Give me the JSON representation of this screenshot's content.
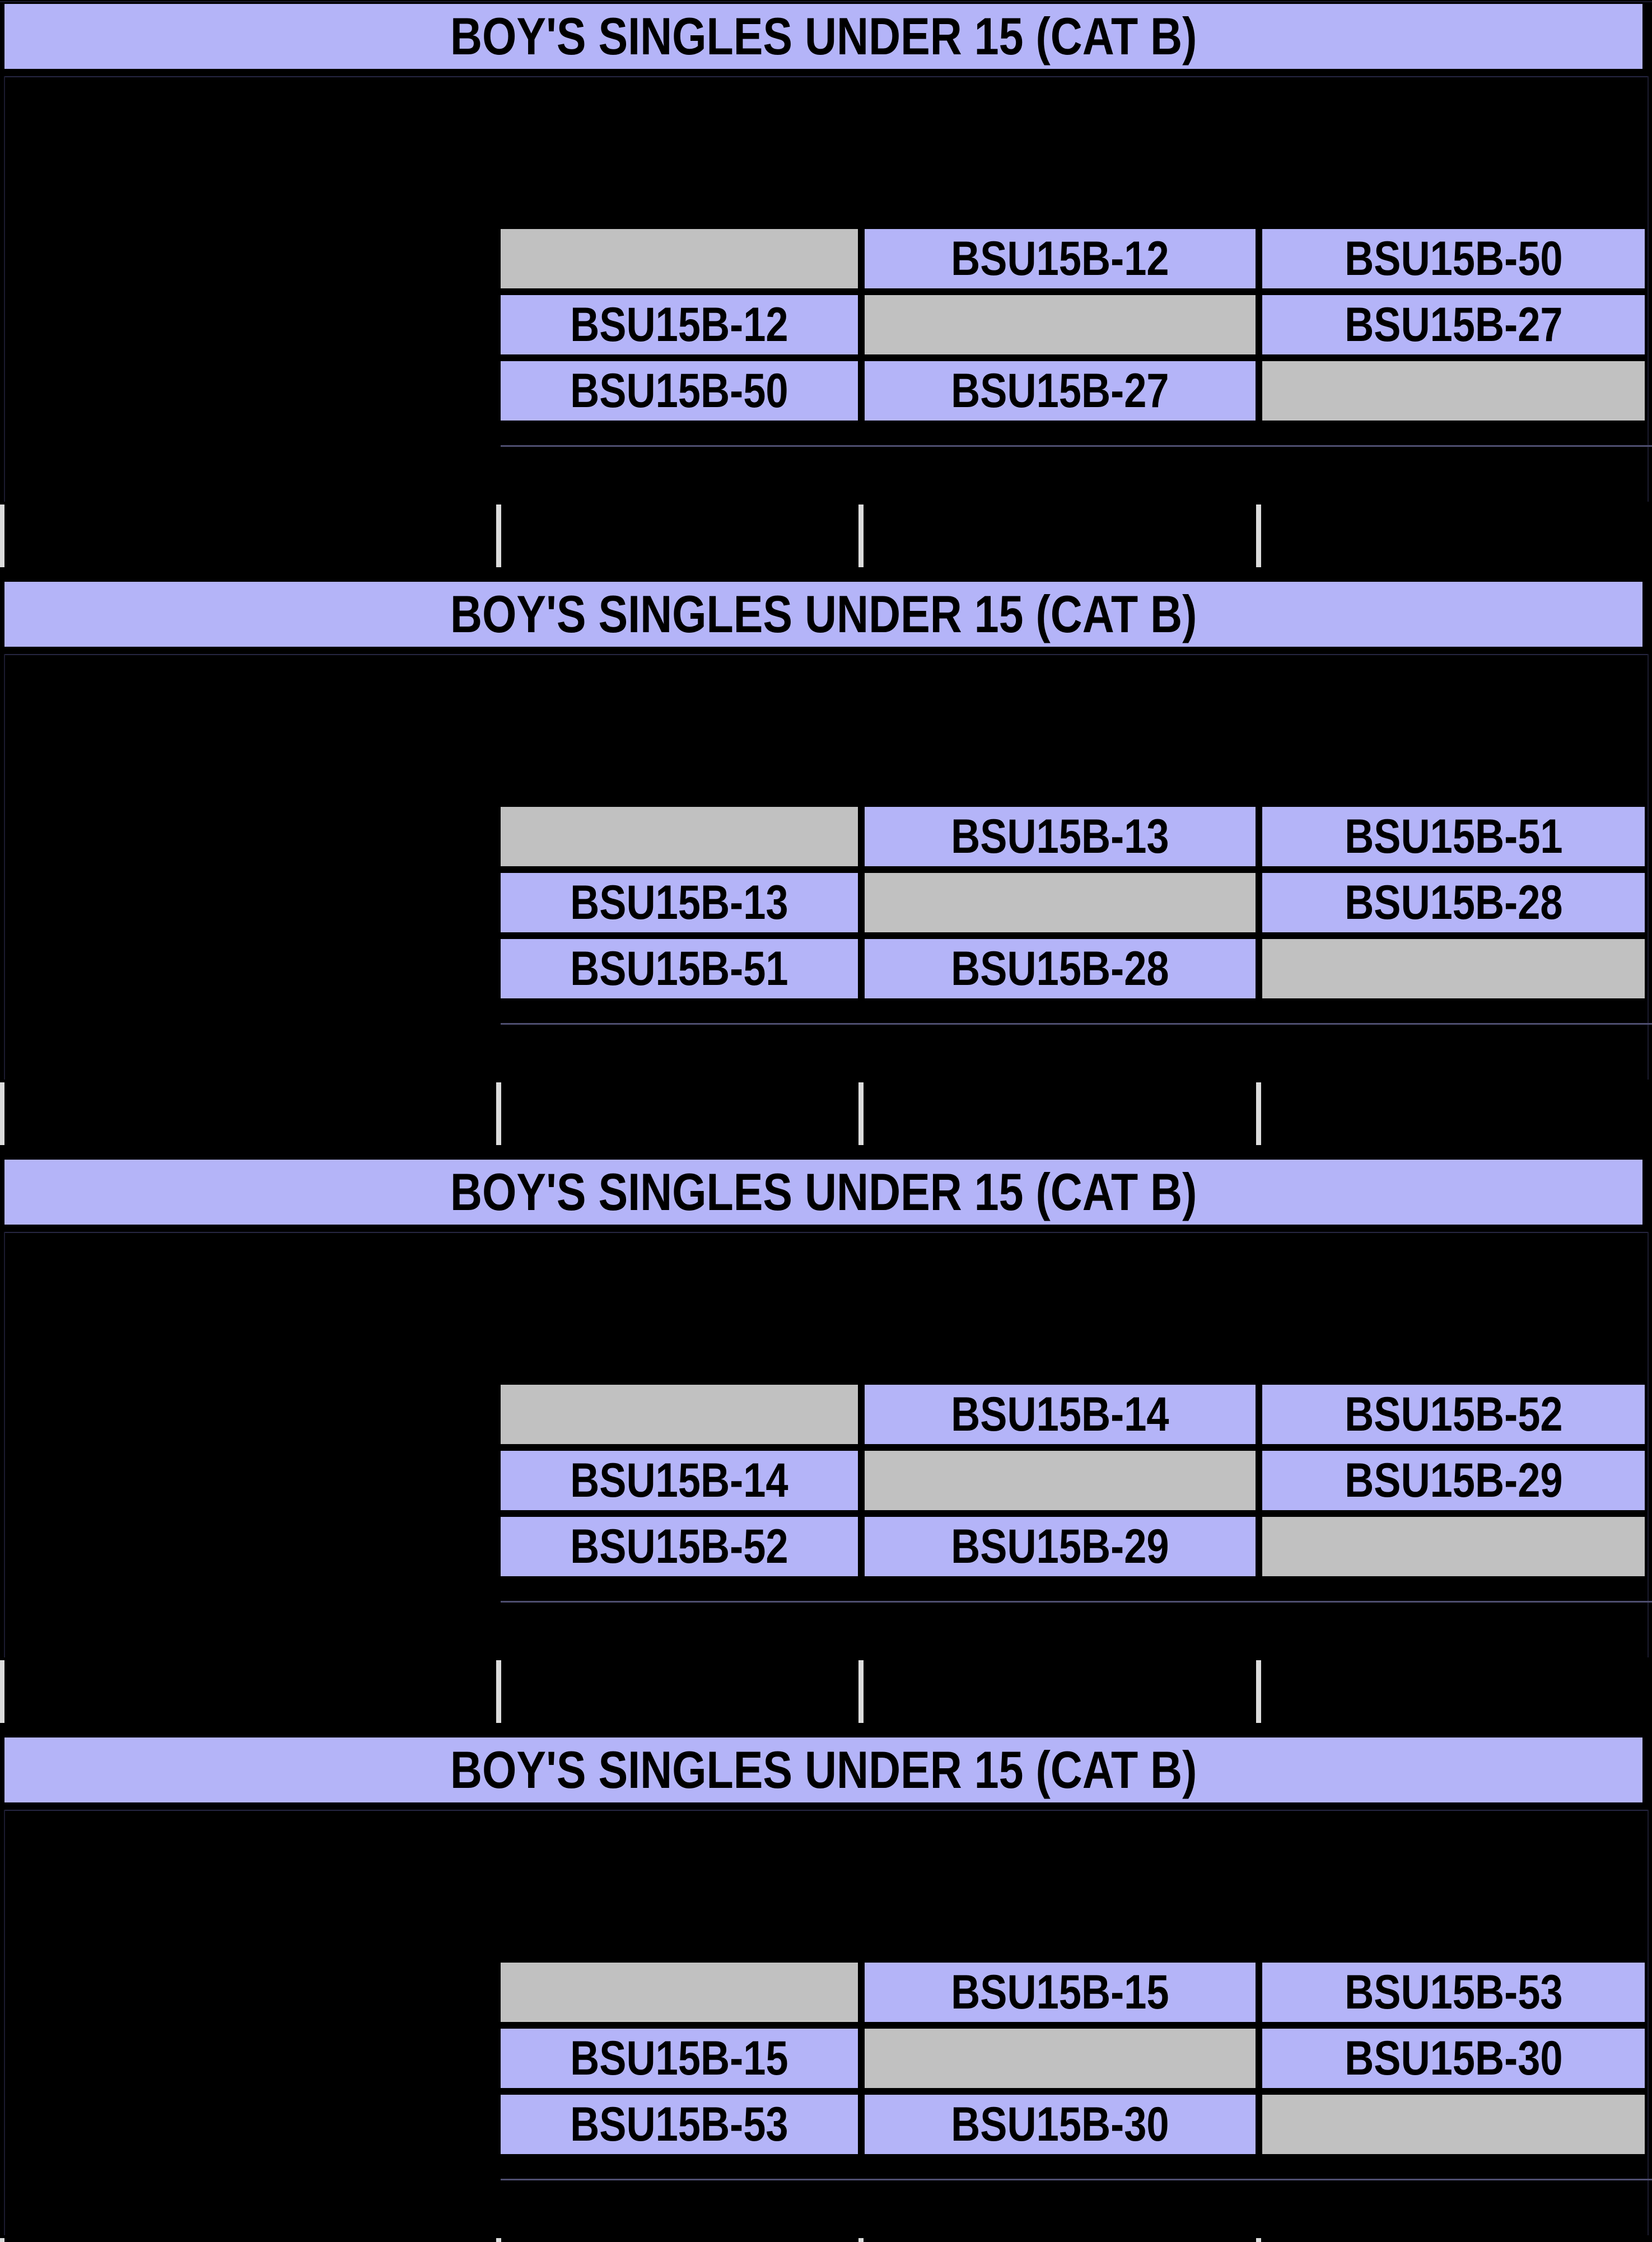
{
  "colors": {
    "background": "#000000",
    "header_fill": "#b4b4f8",
    "diagonal_fill": "#c1c1c1",
    "tick_mark": "#dcdcdc",
    "text": "#000000"
  },
  "sections": [
    {
      "title": "BOY'S SINGLES UNDER 15 (CAT B)",
      "grid": {
        "rows": [
          [
            "",
            "BSU15B-12",
            "BSU15B-50"
          ],
          [
            "BSU15B-12",
            "",
            "BSU15B-27"
          ],
          [
            "BSU15B-50",
            "BSU15B-27",
            ""
          ]
        ]
      }
    },
    {
      "title": "BOY'S SINGLES UNDER 15 (CAT B)",
      "grid": {
        "rows": [
          [
            "",
            "BSU15B-13",
            "BSU15B-51"
          ],
          [
            "BSU15B-13",
            "",
            "BSU15B-28"
          ],
          [
            "BSU15B-51",
            "BSU15B-28",
            ""
          ]
        ]
      }
    },
    {
      "title": "BOY'S SINGLES UNDER 15 (CAT B)",
      "grid": {
        "rows": [
          [
            "",
            "BSU15B-14",
            "BSU15B-52"
          ],
          [
            "BSU15B-14",
            "",
            "BSU15B-29"
          ],
          [
            "BSU15B-52",
            "BSU15B-29",
            ""
          ]
        ]
      }
    },
    {
      "title": "BOY'S SINGLES UNDER 15 (CAT B)",
      "grid": {
        "rows": [
          [
            "",
            "BSU15B-15",
            "BSU15B-53"
          ],
          [
            "BSU15B-15",
            "",
            "BSU15B-30"
          ],
          [
            "BSU15B-53",
            "BSU15B-30",
            ""
          ]
        ]
      }
    }
  ]
}
